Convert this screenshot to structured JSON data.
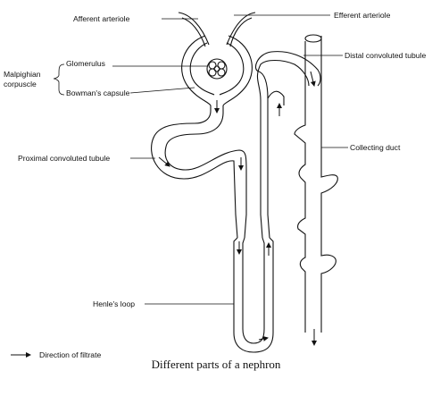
{
  "labels": {
    "afferent_arteriole": "Afferent arteriole",
    "efferent_arteriole": "Efferent arteriole",
    "malpighian_corpuscle_line1": "Malpighian",
    "malpighian_corpuscle_line2": "corpuscle",
    "glomerulus": "Glomerulus",
    "bowmans_capsule": "Bowman's capsule",
    "distal_convoluted_tubule": "Distal convoluted tubule",
    "proximal_convoluted_tubule": "Proximal convoluted tubule",
    "collecting_duct": "Collecting duct",
    "henles_loop": "Henle's loop",
    "legend_direction": "Direction of filtrate"
  },
  "caption": "Different parts of a nephron",
  "colors": {
    "line": "#111111",
    "background": "#ffffff"
  }
}
